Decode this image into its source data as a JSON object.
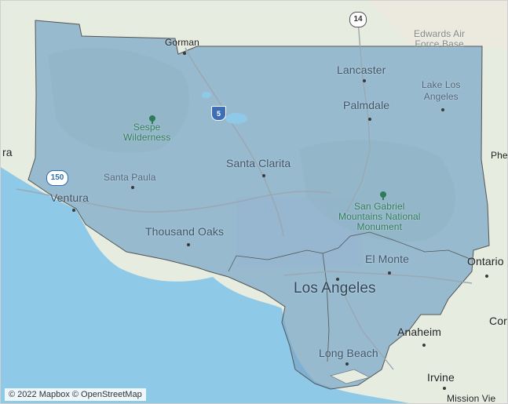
{
  "map": {
    "attribution": "© 2022 Mapbox © OpenStreetMap",
    "highlight_color": "#7aa6c8",
    "water_color": "#8ec9e8",
    "land_color": "#e6ece0",
    "places": {
      "gorman": "Gorman",
      "edwards": "Edwards Air\nForce Base",
      "lancaster": "Lancaster",
      "lake_los_angeles": "Lake Los\nAngeles",
      "palmdale": "Palmdale",
      "sespe": "Sespe\nWilderness",
      "santa_clarita": "Santa Clarita",
      "santa_paula": "Santa Paula",
      "ventura": "Ventura",
      "san_gabriel": "San Gabriel\nMountains National\nMonument",
      "thousand_oaks": "Thousand Oaks",
      "el_monte": "El Monte",
      "ontario": "Ontario",
      "los_angeles": "Los Angeles",
      "anaheim": "Anaheim",
      "long_beach": "Long Beach",
      "irvine": "Irvine",
      "corona_partial": "Cor",
      "phelan_partial": "Phe",
      "left_partial": "ra",
      "mission_viejo_partial": "Mission Vie"
    },
    "shields": {
      "hwy_14": "14",
      "hwy_150": "150",
      "hwy_5": "5"
    }
  }
}
